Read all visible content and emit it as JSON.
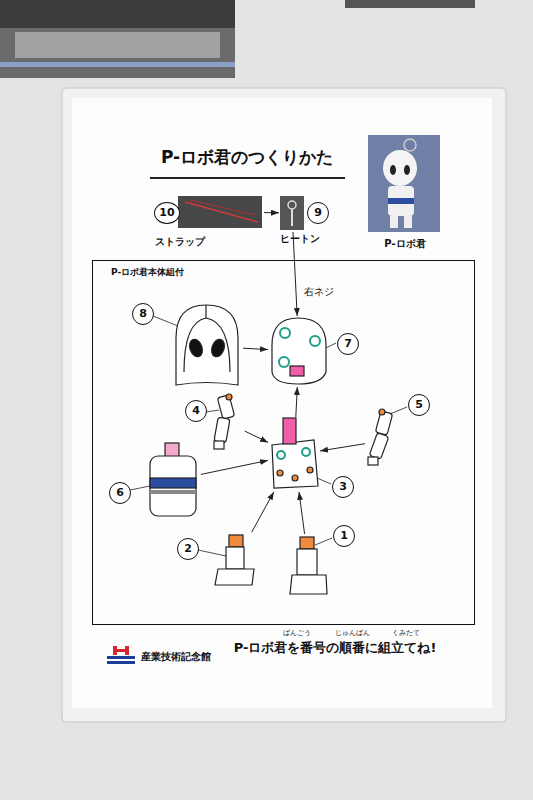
{
  "diagram": {
    "title": "P-ロボ君のつくりかた",
    "nodes": [
      {
        "text": [
          "10",
          "ストラップ"
        ]
      },
      {
        "text": [
          "9",
          "ヒートン"
        ]
      },
      {
        "text": [
          "P-ロボ君本体組付"
        ]
      },
      {
        "text": [
          "8"
        ],
        "in": 2
      },
      {
        "text": [
          "7"
        ],
        "in": 2
      },
      {
        "text": [
          "4"
        ],
        "in": 2
      },
      {
        "text": [
          "5"
        ],
        "in": 2
      },
      {
        "text": [
          "3"
        ],
        "in": 2
      },
      {
        "text": [
          "6"
        ],
        "in": 2
      },
      {
        "text": [
          "2"
        ],
        "in": 2
      },
      {
        "text": [
          "1"
        ],
        "in": 2
      }
    ],
    "edges": [
      {
        "from": 0,
        "to": 1,
        "arrow": "to"
      },
      {
        "from": 1,
        "to": 4,
        "label": "右ネジ",
        "arrow": "to"
      },
      {
        "from": 3,
        "to": 4,
        "arrow": "to"
      },
      {
        "from": 7,
        "to": 4,
        "arrow": "to"
      },
      {
        "from": 5,
        "to": 7,
        "arrow": "to"
      },
      {
        "from": 6,
        "to": 7,
        "arrow": "to"
      },
      {
        "from": 8,
        "to": 7,
        "arrow": "to"
      },
      {
        "from": 9,
        "to": 7,
        "arrow": "to"
      },
      {
        "from": 10,
        "to": 7,
        "arrow": "to"
      }
    ],
    "labels": [
      "P-ロボ君",
      "産業技術記念館",
      "ばんごう",
      "じゅんばん",
      "くみたて",
      "P-ロボ君を番号の順番に組立てね!"
    ]
  }
}
